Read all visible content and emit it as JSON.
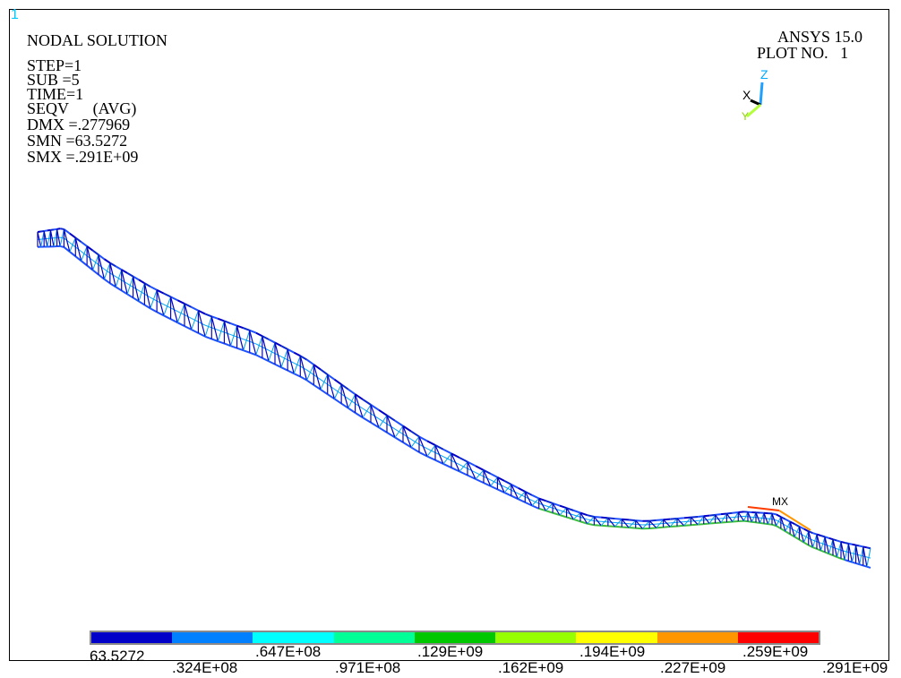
{
  "window": {
    "number": "1"
  },
  "header": {
    "title": "NODAL SOLUTION",
    "product": "ANSYS 15.0",
    "plot_no": "PLOT NO.   1"
  },
  "info": [
    "STEP=1",
    "SUB =5",
    "TIME=1",
    "SEQV      (AVG)",
    "DMX =.277969",
    "SMN =63.5272",
    "SMX =.291E+09"
  ],
  "triad": {
    "x": "X",
    "y": "Y",
    "z": "Z"
  },
  "model": {
    "max_label": "MX"
  },
  "legend": {
    "colors": [
      "#0000c8",
      "#0080ff",
      "#00ffff",
      "#00ff96",
      "#00c800",
      "#96ff00",
      "#ffff00",
      "#ff9600",
      "#ff0000"
    ],
    "labels": [
      ".63.5272",
      ".324E+08",
      ".647E+08",
      ".971E+08",
      ".129E+09",
      ".162E+09",
      ".194E+09",
      ".227E+09",
      ".259E+09",
      ".291E+09"
    ],
    "label_row": [
      "63.5272",
      ".324E+08",
      ".647E+08",
      ".971E+08",
      ".129E+09",
      ".162E+09",
      ".194E+09",
      ".227E+09",
      ".259E+09",
      ".291E+09"
    ]
  }
}
